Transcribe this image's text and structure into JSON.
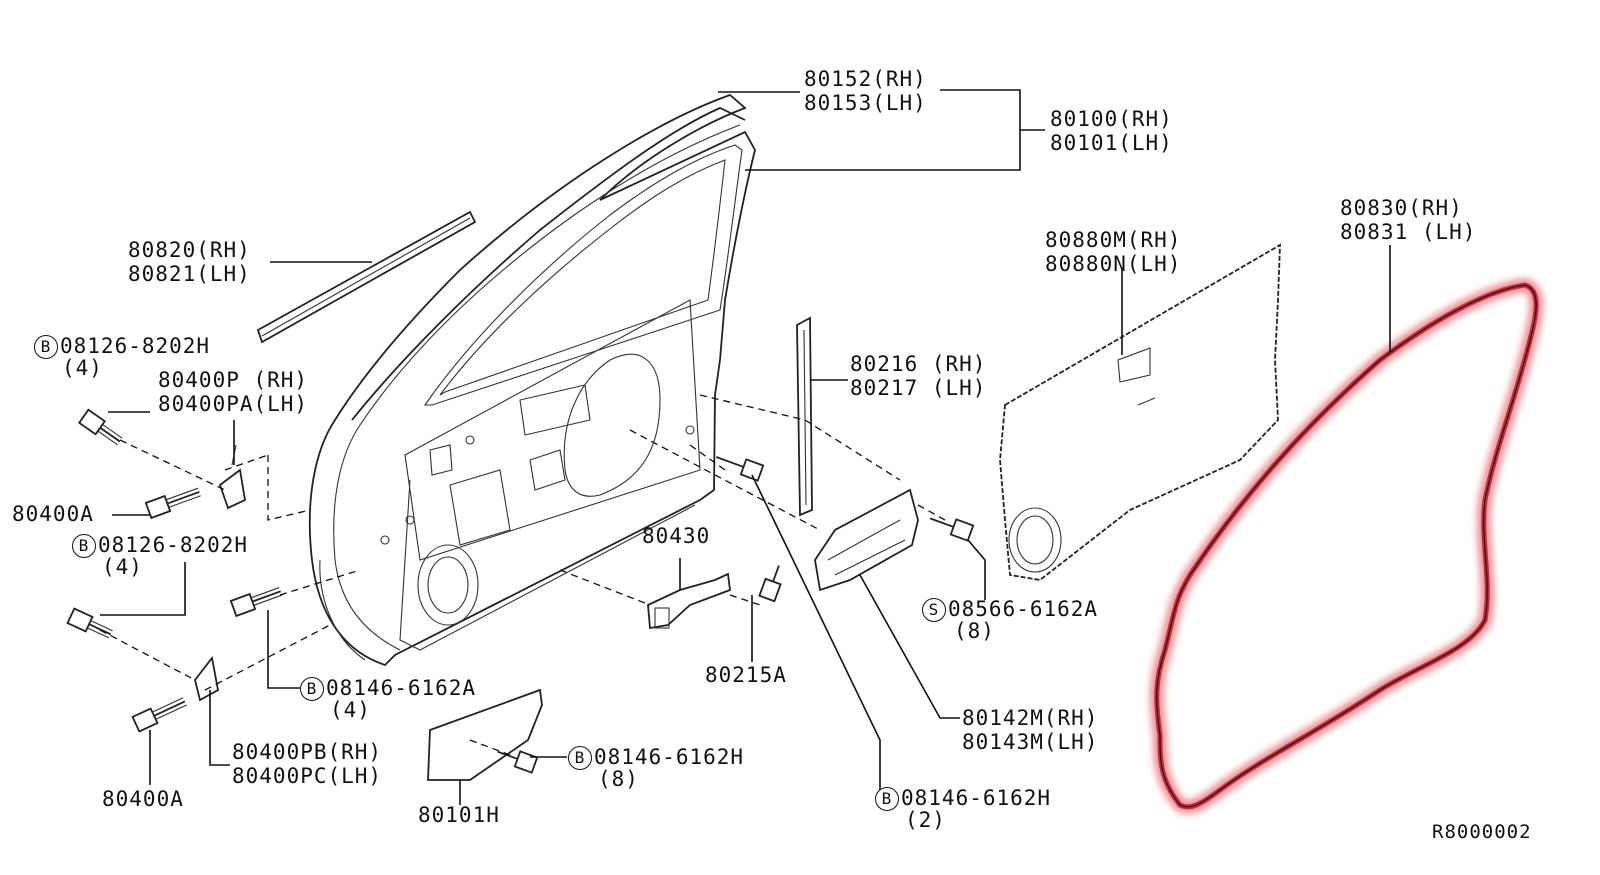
{
  "diagram": {
    "ref_code": "R8000002",
    "highlight_color": "#e8353a",
    "labels": {
      "sash_rh": "80152(RH)",
      "sash_lh": "80153(LH)",
      "door_rh": "80100(RH)",
      "door_lh": "80101(LH)",
      "molding_rh": "80820(RH)",
      "molding_lh": "80821(LH)",
      "bolt1_code": "08126-8202H",
      "bolt1_qty": "(4)",
      "hinge_upper_rh": "80400P (RH)",
      "hinge_upper_lh": "80400PA(LH)",
      "hinge_bolt_a1": "80400A",
      "bolt2_code": "08126-8202H",
      "bolt2_qty": "(4)",
      "bolt3_code": "08146-6162A",
      "bolt3_qty": "(4)",
      "hinge_lower_rh": "80400PB(RH)",
      "hinge_lower_lh": "80400PC(LH)",
      "hinge_bolt_a2": "80400A",
      "check_link": "80430",
      "check_bolt": "80215A",
      "bracket": "80101H",
      "bolt4_code": "08146-6162H",
      "bolt4_qty": "(8)",
      "bolt5_code": "08146-6162H",
      "bolt5_qty": "(2)",
      "seal_outer_rh": "80216 (RH)",
      "seal_outer_lh": "80217 (LH)",
      "screen_rh": "80880M(RH)",
      "screen_lh": "80880N(LH)",
      "screw_code": "08566-6162A",
      "screw_qty": "(8)",
      "reinf_rh": "80142M(RH)",
      "reinf_lh": "80143M(LH)",
      "weatherstrip_rh": "80830(RH)",
      "weatherstrip_lh": "80831 (LH)",
      "prefix_b": "B",
      "prefix_s": "S"
    }
  }
}
